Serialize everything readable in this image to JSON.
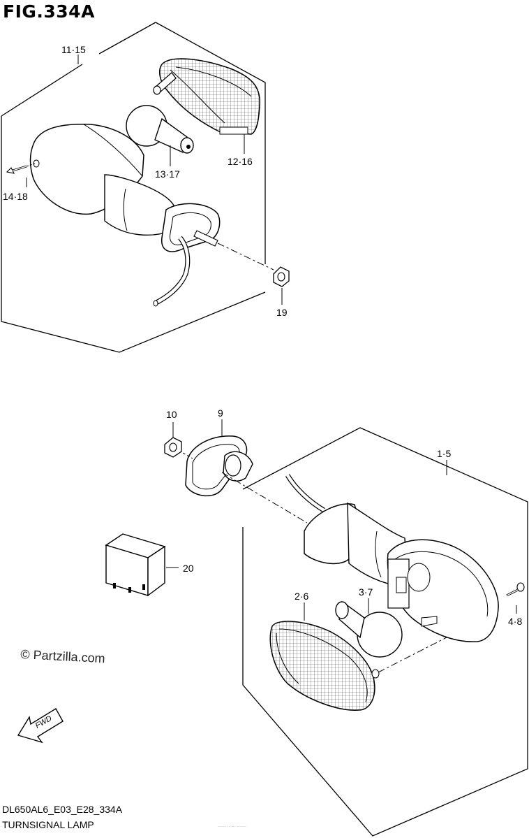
{
  "figure": {
    "title": "FIG.334A",
    "model_code": "DL650AL6_E03_E28_334A",
    "caption": "TURNSIGNAL LAMP",
    "watermark": "© Partzilla.com",
    "fwd_label": "FWD",
    "tiny_text": "······ ·· ··· ·······"
  },
  "callouts": {
    "c_11_15": "11·15",
    "c_12_16": "12·16",
    "c_13_17": "13·17",
    "c_14_18": "14·18",
    "c_19": "19",
    "c_10": "10",
    "c_9": "9",
    "c_1_5": "1·5",
    "c_20": "20",
    "c_2_6": "2·6",
    "c_3_7": "3·7",
    "c_4_8": "4·8"
  }
}
